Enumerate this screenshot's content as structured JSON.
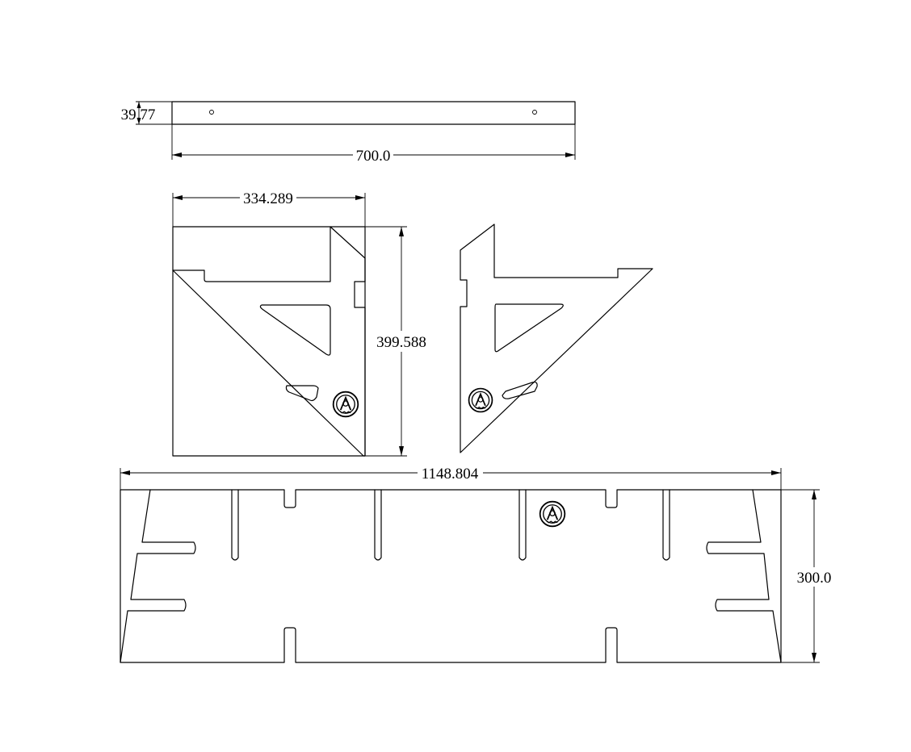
{
  "dimensions": {
    "top_bar_height": "39.77",
    "top_bar_length": "700.0",
    "bracket_width": "334.289",
    "bracket_height": "399.588",
    "base_length": "1148.804",
    "base_height": "300.0"
  },
  "colors": {
    "line": "#000000",
    "background": "#ffffff"
  },
  "icons": [
    "logo-mark-icon"
  ]
}
